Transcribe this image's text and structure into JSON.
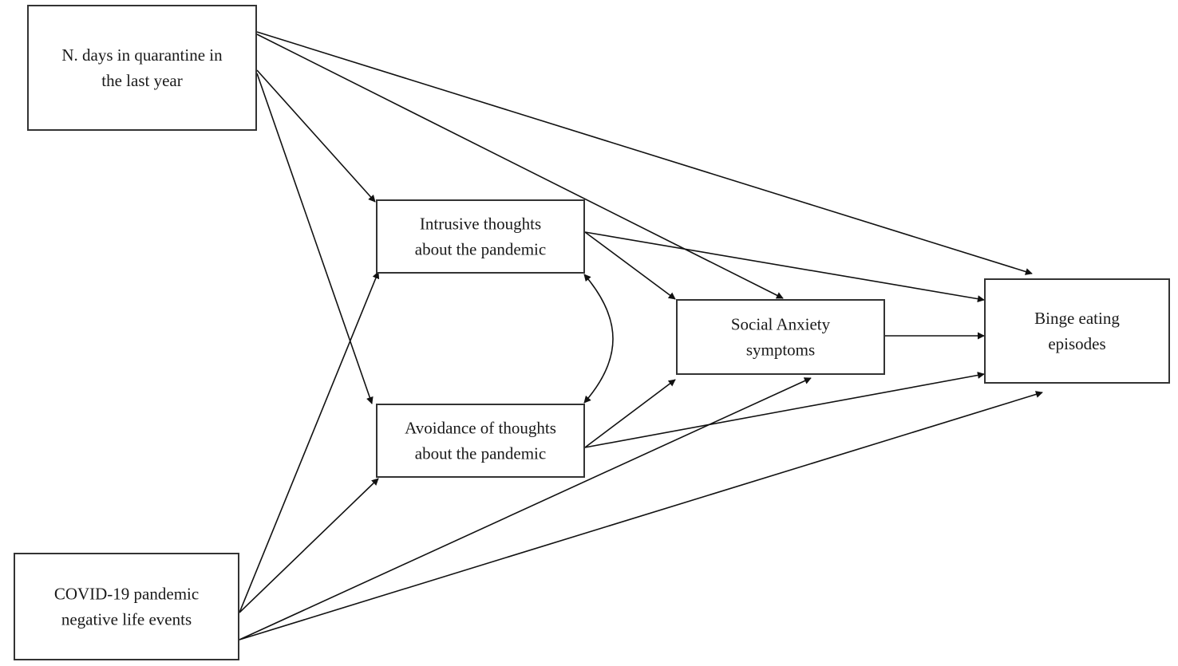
{
  "diagram": {
    "type": "path-model",
    "nodes": [
      {
        "id": "quarantine",
        "lines": [
          "N. days in quarantine in",
          "the last year"
        ]
      },
      {
        "id": "covid_events",
        "lines": [
          "COVID-19 pandemic",
          "negative life events"
        ]
      },
      {
        "id": "intrusive",
        "lines": [
          "Intrusive thoughts",
          "about the pandemic"
        ]
      },
      {
        "id": "avoidance",
        "lines": [
          "Avoidance of thoughts",
          "about the pandemic"
        ]
      },
      {
        "id": "social_anxiety",
        "lines": [
          "Social Anxiety",
          "symptoms"
        ]
      },
      {
        "id": "binge",
        "lines": [
          "Binge eating",
          "episodes"
        ]
      }
    ],
    "edges": [
      {
        "from": "quarantine",
        "to": "intrusive",
        "type": "directed"
      },
      {
        "from": "quarantine",
        "to": "avoidance",
        "type": "directed"
      },
      {
        "from": "quarantine",
        "to": "social_anxiety",
        "type": "directed"
      },
      {
        "from": "quarantine",
        "to": "binge",
        "type": "directed"
      },
      {
        "from": "covid_events",
        "to": "intrusive",
        "type": "directed"
      },
      {
        "from": "covid_events",
        "to": "avoidance",
        "type": "directed"
      },
      {
        "from": "covid_events",
        "to": "social_anxiety",
        "type": "directed"
      },
      {
        "from": "covid_events",
        "to": "binge",
        "type": "directed"
      },
      {
        "from": "intrusive",
        "to": "social_anxiety",
        "type": "directed"
      },
      {
        "from": "intrusive",
        "to": "binge",
        "type": "directed"
      },
      {
        "from": "avoidance",
        "to": "social_anxiety",
        "type": "directed"
      },
      {
        "from": "avoidance",
        "to": "binge",
        "type": "directed"
      },
      {
        "from": "social_anxiety",
        "to": "binge",
        "type": "directed"
      },
      {
        "from": "intrusive",
        "to": "avoidance",
        "type": "covariance"
      }
    ]
  }
}
